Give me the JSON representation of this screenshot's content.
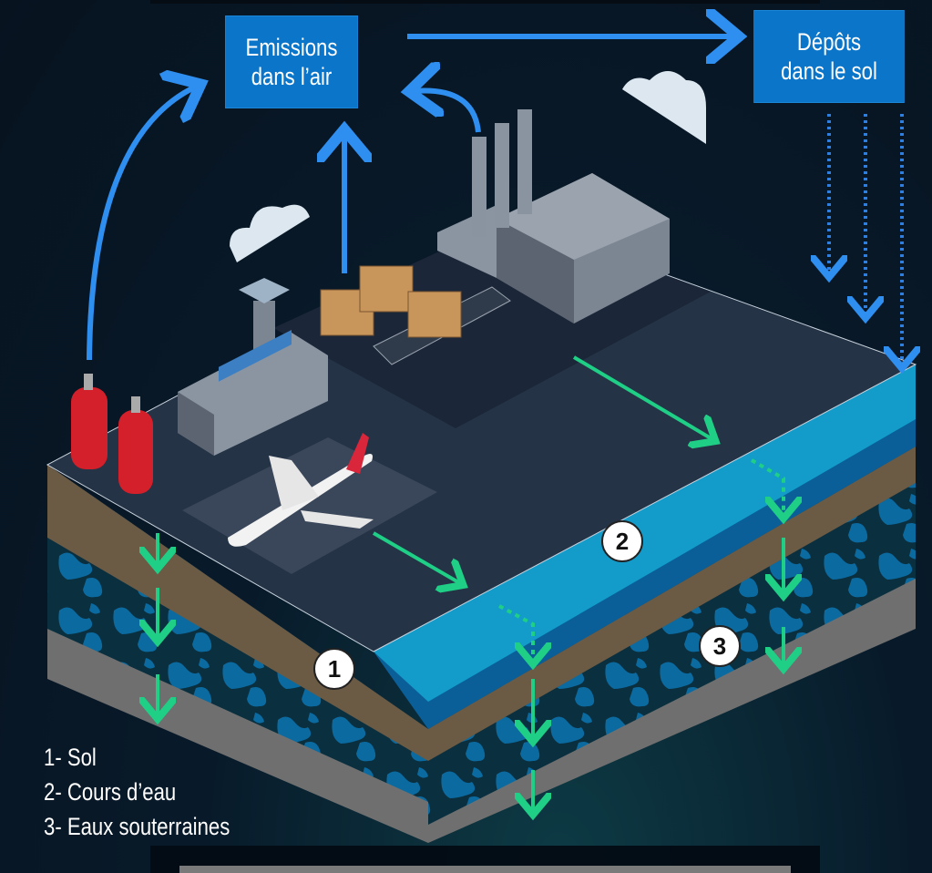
{
  "boxes": {
    "emissions": {
      "line1": "Emissions",
      "line2": "dans l’air"
    },
    "depots": {
      "line1": "Dépôts",
      "line2": "dans le sol"
    }
  },
  "markers": [
    "1",
    "2",
    "3"
  ],
  "legend": [
    "1- Sol",
    "2- Cours d’eau",
    "3- Eaux souterraines"
  ],
  "colors": {
    "box": "#0b75c9",
    "arrow_blue": "#2f8ff0",
    "arrow_green": "#1fcf86",
    "soil": "#6b5a44",
    "water": "#14a3cf",
    "aquifer": "#0b6aa0",
    "rock": "#6f6f6f",
    "surface": "#243346"
  },
  "icons": [
    "fire-extinguisher-icon",
    "airport-tower-icon",
    "airplane-icon",
    "factory-icon",
    "cardboard-box-icon",
    "cloud-icon",
    "conveyor-icon"
  ]
}
